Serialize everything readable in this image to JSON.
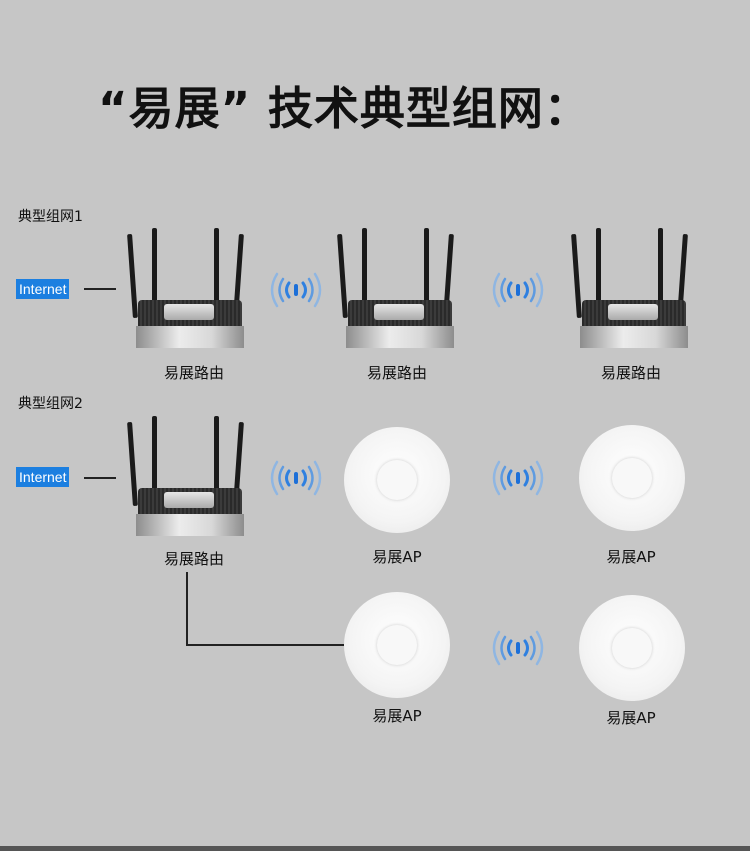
{
  "title": "“易展” 技术典型组网：",
  "section1": {
    "label": "典型组网1",
    "internet": "Internet",
    "devices": [
      "易展路由",
      "易展路由",
      "易展路由"
    ]
  },
  "section2": {
    "label": "典型组网2",
    "internet": "Internet",
    "router": "易展路由",
    "aps": [
      "易展AP",
      "易展AP",
      "易展AP",
      "易展AP"
    ]
  },
  "colors": {
    "accent": "#1c7fe0",
    "background": "#c6c6c6"
  }
}
